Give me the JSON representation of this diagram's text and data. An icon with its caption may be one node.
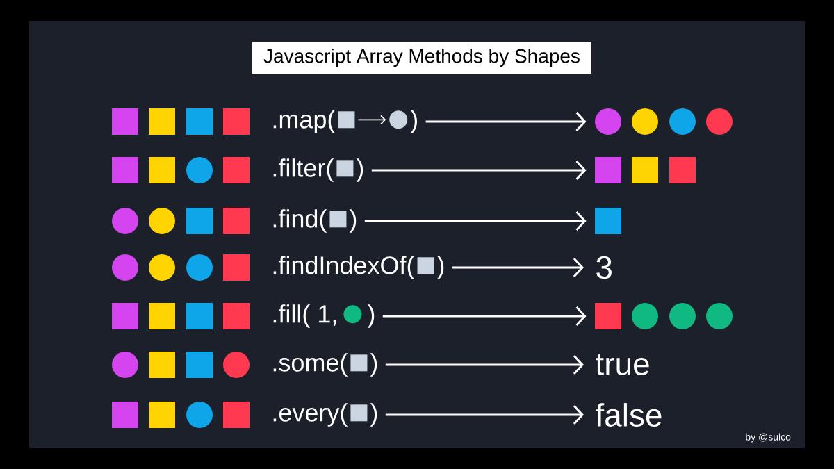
{
  "diagram": {
    "title": "Javascript Array Methods by Shapes",
    "nodes": [
      {
        "text": [],
        "shape": "box"
      },
      {
        "text": [],
        "shape": "box"
      },
      {
        "text": [],
        "shape": "box"
      },
      {
        "text": [],
        "shape": "box"
      },
      {
        "text": [
          ".map(",
          ")"
        ]
      },
      {
        "text": [],
        "shape": "circle"
      },
      {
        "text": [],
        "shape": "circle"
      },
      {
        "text": [],
        "shape": "circle"
      },
      {
        "text": [],
        "shape": "circle"
      },
      {
        "text": [],
        "shape": "box"
      },
      {
        "text": [],
        "shape": "box"
      },
      {
        "text": [],
        "shape": "circle"
      },
      {
        "text": [],
        "shape": "box"
      },
      {
        "text": [
          ".filter(",
          ")"
        ]
      },
      {
        "text": [],
        "shape": "box"
      },
      {
        "text": [],
        "shape": "box"
      },
      {
        "text": [],
        "shape": "box"
      },
      {
        "text": [],
        "shape": "circle"
      },
      {
        "text": [],
        "shape": "circle"
      },
      {
        "text": [],
        "shape": "box"
      },
      {
        "text": [],
        "shape": "box"
      },
      {
        "text": [
          ".find(",
          ")"
        ]
      },
      {
        "text": [],
        "shape": "box"
      },
      {
        "text": [],
        "shape": "circle"
      },
      {
        "text": [],
        "shape": "circle"
      },
      {
        "text": [],
        "shape": "circle"
      },
      {
        "text": [],
        "shape": "box"
      },
      {
        "text": [
          ".findIndexOf(",
          ")"
        ]
      },
      {
        "text": [
          "3"
        ]
      },
      {
        "text": [],
        "shape": "box"
      },
      {
        "text": [],
        "shape": "box"
      },
      {
        "text": [],
        "shape": "box"
      },
      {
        "text": [],
        "shape": "box"
      },
      {
        "text": [
          ".fill( 1,",
          ")"
        ]
      },
      {
        "text": [],
        "shape": "box"
      },
      {
        "text": [],
        "shape": "circle"
      },
      {
        "text": [],
        "shape": "circle"
      },
      {
        "text": [],
        "shape": "circle"
      },
      {
        "text": [],
        "shape": "circle"
      },
      {
        "text": [],
        "shape": "box"
      },
      {
        "text": [],
        "shape": "box"
      },
      {
        "text": [],
        "shape": "circle"
      },
      {
        "text": [
          ".some(",
          ")"
        ]
      },
      {
        "text": [
          "true"
        ]
      },
      {
        "text": [],
        "shape": "box"
      },
      {
        "text": [],
        "shape": "box"
      },
      {
        "text": [],
        "shape": "circle"
      },
      {
        "text": [],
        "shape": "box"
      },
      {
        "text": [
          ".every(",
          ")"
        ]
      },
      {
        "text": [
          "false"
        ]
      }
    ],
    "edges": [
      {
        "from": 4,
        "to": 5,
        "arrow": "to"
      },
      {
        "from": 13,
        "to": 14,
        "arrow": "to"
      },
      {
        "from": 21,
        "to": 22,
        "arrow": "to"
      },
      {
        "from": 27,
        "to": 28,
        "arrow": "to"
      },
      {
        "from": 33,
        "to": 34,
        "arrow": "to"
      },
      {
        "from": 42,
        "to": 43,
        "arrow": "to"
      },
      {
        "from": 48,
        "to": 49,
        "arrow": "to"
      }
    ],
    "labels": [
      "by @sulco"
    ]
  }
}
